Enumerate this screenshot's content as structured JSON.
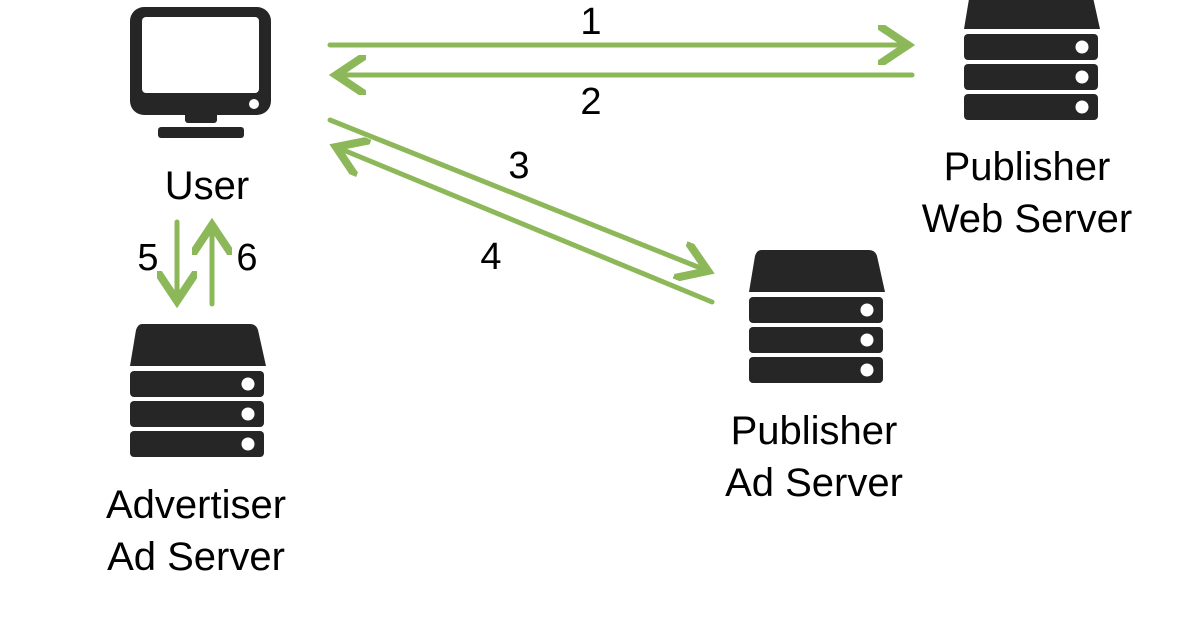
{
  "nodes": {
    "user": {
      "label": "User",
      "icon": "monitor-icon"
    },
    "publisher_web_server": {
      "label_line1": "Publisher",
      "label_line2": "Web Server",
      "icon": "server-icon"
    },
    "publisher_ad_server": {
      "label_line1": "Publisher",
      "label_line2": "Ad Server",
      "icon": "server-icon"
    },
    "advertiser_ad_server": {
      "label_line1": "Advertiser",
      "label_line2": "Ad Server",
      "icon": "server-icon"
    }
  },
  "arrows": [
    {
      "label": "1",
      "from": "User",
      "to": "Publisher Web Server"
    },
    {
      "label": "2",
      "from": "Publisher Web Server",
      "to": "User"
    },
    {
      "label": "3",
      "from": "User",
      "to": "Publisher Ad Server"
    },
    {
      "label": "4",
      "from": "Publisher Ad Server",
      "to": "User"
    },
    {
      "label": "5",
      "from": "User",
      "to": "Advertiser Ad Server"
    },
    {
      "label": "6",
      "from": "Advertiser Ad Server",
      "to": "User"
    }
  ],
  "colors": {
    "arrow": "#8db85a",
    "icon": "#262626"
  }
}
